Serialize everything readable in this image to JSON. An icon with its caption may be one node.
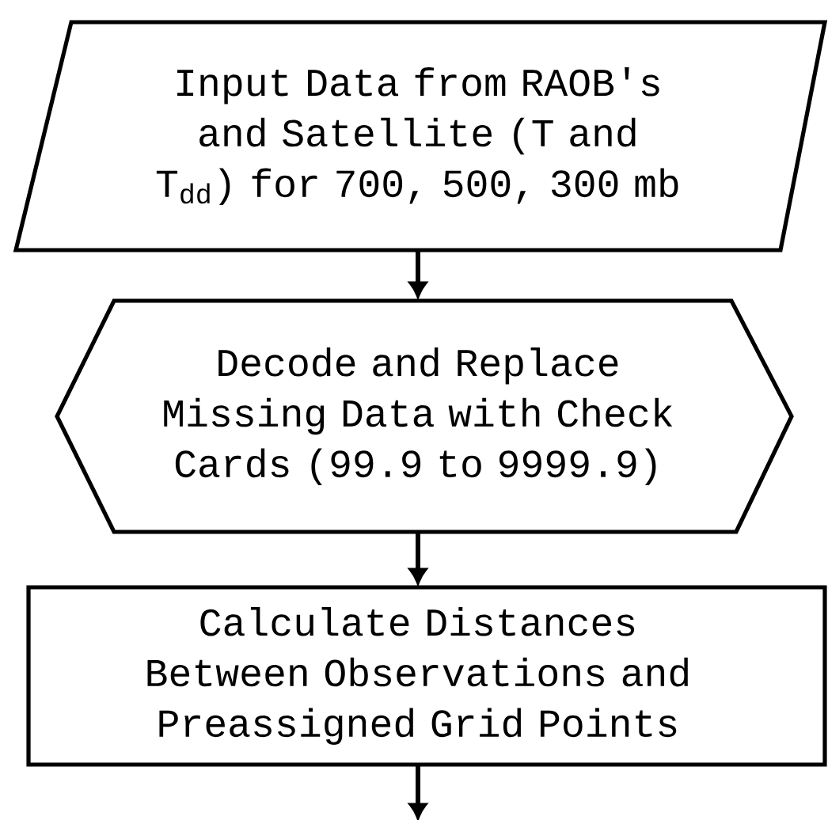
{
  "diagram": {
    "nodes": [
      {
        "text": [
          "Input Data from RAOB's and Satellite (T and T$_{dd}$) for 700, 500, 300 mb"
        ]
      },
      {
        "text": [
          "Decode and Replace Missing Data with Check Cards (99.9 to 9999.9)"
        ]
      },
      {
        "text": [
          "Calculate Distances Between Observations and Preassigned Grid Points"
        ]
      }
    ],
    "edges": [
      {
        "from": 0,
        "to": 1,
        "arrow": "to"
      },
      {
        "from": 1,
        "to": 2,
        "arrow": "to"
      },
      {
        "from": 2,
        "to": null,
        "arrow": "to"
      }
    ]
  }
}
